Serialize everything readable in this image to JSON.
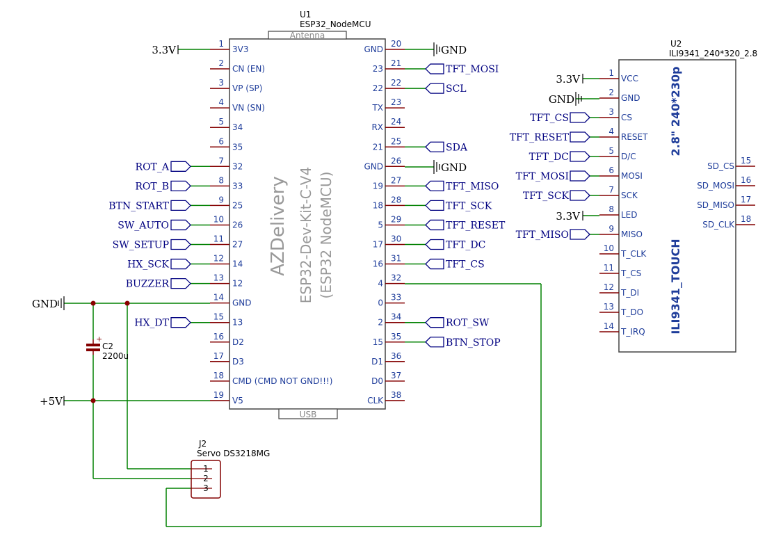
{
  "colors": {
    "wire": "#008000",
    "pin": "#840000",
    "body": "#444444",
    "pin_name": "#1e3c9a",
    "pin_num": "#1e3c9a",
    "label": "#000080",
    "junction": "#8a0000",
    "ref": "#000000"
  },
  "u1": {
    "ref": "U1",
    "value": "ESP32_NodeMCU",
    "antenna": "Antenna",
    "usb": "USB",
    "brand": "AZDelivery",
    "model": "ESP32-Dev-Kit-C-V4",
    "model_sub": "(ESP32 NodeMCU)",
    "left_pins": [
      {
        "num": "1",
        "name": "3V3"
      },
      {
        "num": "2",
        "name": "CN (EN)"
      },
      {
        "num": "3",
        "name": "VP (SP)"
      },
      {
        "num": "4",
        "name": "VN (SN)"
      },
      {
        "num": "5",
        "name": "34"
      },
      {
        "num": "6",
        "name": "35"
      },
      {
        "num": "7",
        "name": "32"
      },
      {
        "num": "8",
        "name": "33"
      },
      {
        "num": "9",
        "name": "25"
      },
      {
        "num": "10",
        "name": "26"
      },
      {
        "num": "11",
        "name": "27"
      },
      {
        "num": "12",
        "name": "14"
      },
      {
        "num": "13",
        "name": "12"
      },
      {
        "num": "14",
        "name": "GND"
      },
      {
        "num": "15",
        "name": "13"
      },
      {
        "num": "16",
        "name": "D2"
      },
      {
        "num": "17",
        "name": "D3"
      },
      {
        "num": "18",
        "name": "CMD (CMD NOT GND!!!)"
      },
      {
        "num": "19",
        "name": "V5"
      }
    ],
    "right_pins": [
      {
        "num": "20",
        "name": "GND"
      },
      {
        "num": "21",
        "name": "23"
      },
      {
        "num": "22",
        "name": "22"
      },
      {
        "num": "23",
        "name": "TX"
      },
      {
        "num": "24",
        "name": "RX"
      },
      {
        "num": "25",
        "name": "21"
      },
      {
        "num": "26",
        "name": "GND"
      },
      {
        "num": "27",
        "name": "19"
      },
      {
        "num": "28",
        "name": "18"
      },
      {
        "num": "29",
        "name": "5"
      },
      {
        "num": "30",
        "name": "17"
      },
      {
        "num": "31",
        "name": "16"
      },
      {
        "num": "32",
        "name": "4"
      },
      {
        "num": "33",
        "name": "0"
      },
      {
        "num": "34",
        "name": "2"
      },
      {
        "num": "35",
        "name": "15"
      },
      {
        "num": "36",
        "name": "D1"
      },
      {
        "num": "37",
        "name": "D0"
      },
      {
        "num": "38",
        "name": "CLK"
      }
    ]
  },
  "u1_left_nets": [
    {
      "pin": "7",
      "label": "ROT_A"
    },
    {
      "pin": "8",
      "label": "ROT_B"
    },
    {
      "pin": "9",
      "label": "BTN_START"
    },
    {
      "pin": "10",
      "label": "SW_AUTO"
    },
    {
      "pin": "11",
      "label": "SW_SETUP"
    },
    {
      "pin": "12",
      "label": "HX_SCK"
    },
    {
      "pin": "13",
      "label": "BUZZER"
    },
    {
      "pin": "15",
      "label": "HX_DT"
    }
  ],
  "u1_right_nets": [
    {
      "pin": "21",
      "label": "TFT_MOSI"
    },
    {
      "pin": "22",
      "label": "SCL"
    },
    {
      "pin": "25",
      "label": "SDA"
    },
    {
      "pin": "27",
      "label": "TFT_MISO"
    },
    {
      "pin": "28",
      "label": "TFT_SCK"
    },
    {
      "pin": "29",
      "label": "TFT_RESET"
    },
    {
      "pin": "30",
      "label": "TFT_DC"
    },
    {
      "pin": "31",
      "label": "TFT_CS"
    },
    {
      "pin": "34",
      "label": "ROT_SW"
    },
    {
      "pin": "35",
      "label": "BTN_STOP"
    }
  ],
  "power": {
    "v33": "3.3V",
    "gnd": "GND",
    "v5": "+5V"
  },
  "u2": {
    "ref": "U2",
    "value": "ILI9341_240*320_2.8",
    "title": "2.8\" 240*230p",
    "subtitle": "ILI9341_TOUCH",
    "left_pins": [
      {
        "num": "1",
        "name": "VCC"
      },
      {
        "num": "2",
        "name": "GND"
      },
      {
        "num": "3",
        "name": "CS"
      },
      {
        "num": "4",
        "name": "RESET"
      },
      {
        "num": "5",
        "name": "D/C"
      },
      {
        "num": "6",
        "name": "MOSI"
      },
      {
        "num": "7",
        "name": "SCK"
      },
      {
        "num": "8",
        "name": "LED"
      },
      {
        "num": "9",
        "name": "MISO"
      },
      {
        "num": "10",
        "name": "T_CLK"
      },
      {
        "num": "11",
        "name": "T_CS"
      },
      {
        "num": "12",
        "name": "T_DI"
      },
      {
        "num": "13",
        "name": "T_DO"
      },
      {
        "num": "14",
        "name": "T_IRQ"
      }
    ],
    "right_pins": [
      {
        "num": "15",
        "name": "SD_CS"
      },
      {
        "num": "16",
        "name": "SD_MOSI"
      },
      {
        "num": "17",
        "name": "SD_MISO"
      },
      {
        "num": "18",
        "name": "SD_CLK"
      }
    ]
  },
  "u2_nets": [
    {
      "pin": "3",
      "label": "TFT_CS"
    },
    {
      "pin": "4",
      "label": "TFT_RESET"
    },
    {
      "pin": "5",
      "label": "TFT_DC"
    },
    {
      "pin": "6",
      "label": "TFT_MOSI"
    },
    {
      "pin": "7",
      "label": "TFT_SCK"
    },
    {
      "pin": "9",
      "label": "TFT_MISO"
    }
  ],
  "c2": {
    "ref": "C2",
    "value": "2200u"
  },
  "j2": {
    "ref": "J2",
    "value": "Servo DS3218MG",
    "pins": [
      "1",
      "2",
      "3"
    ]
  }
}
